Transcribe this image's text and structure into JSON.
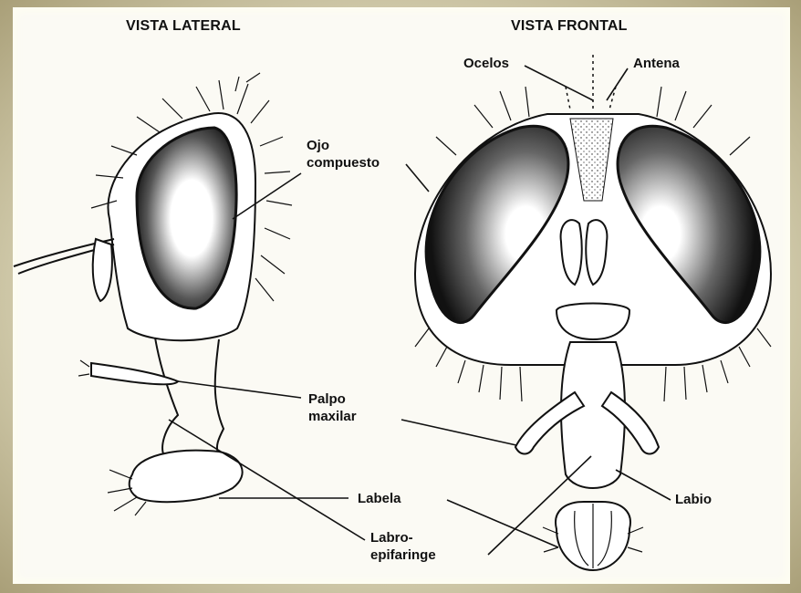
{
  "titles": {
    "lateral": "VISTA LATERAL",
    "frontal": "VISTA FRONTAL"
  },
  "labels": {
    "ocelos": "Ocelos",
    "antena": "Antena",
    "ojo_line1": "Ojo",
    "ojo_line2": "compuesto",
    "palpo_line1": "Palpo",
    "palpo_line2": "maxilar",
    "labela": "Labela",
    "labro_line1": "Labro-",
    "labro_line2": "epifaringe",
    "labio": "Labio"
  },
  "colors": {
    "ink": "#111111",
    "paper": "#fbfaf4",
    "frame": "#c9c2a0"
  }
}
